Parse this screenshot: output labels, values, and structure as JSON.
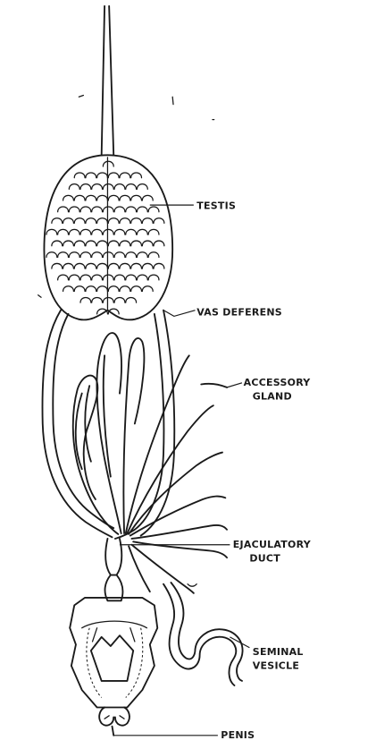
{
  "labels": {
    "testis": "TESTIS",
    "vas_deferens": "VAS DEFERENS",
    "accessory_gland_1": "ACCESSORY",
    "accessory_gland_2": "GLAND",
    "ejaculatory_duct_1": "EJACULATORY",
    "ejaculatory_duct_2": "DUCT",
    "seminal_vesicle_1": "SEMINAL",
    "seminal_vesicle_2": "VESICLE",
    "penis": "PENIS"
  }
}
